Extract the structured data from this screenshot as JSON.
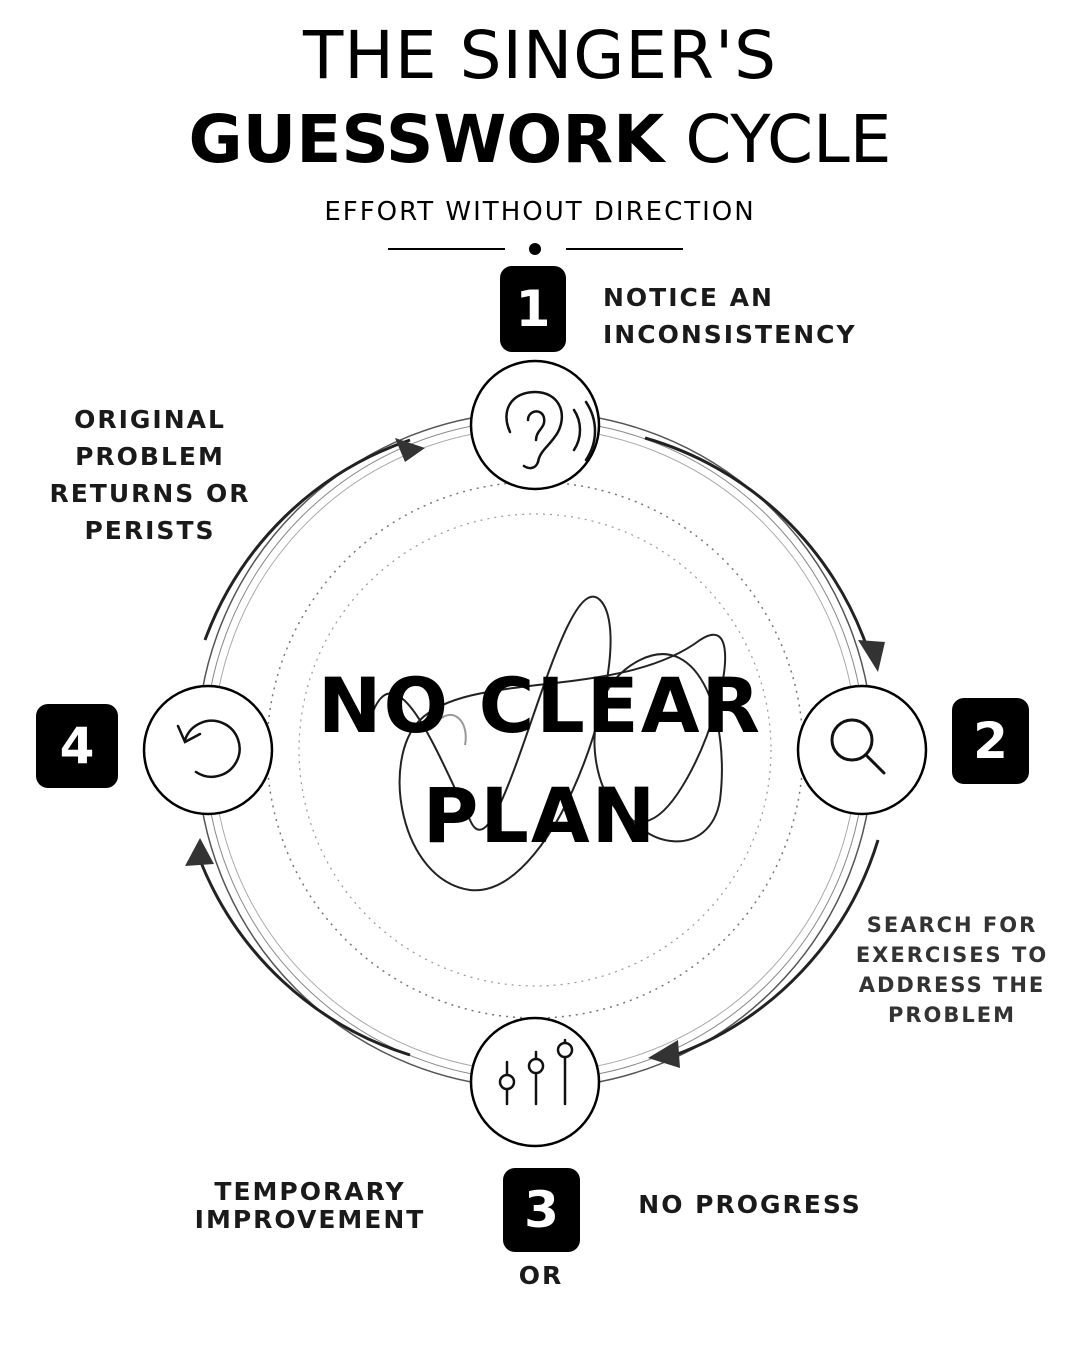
{
  "header": {
    "title_line1": "THE SINGER'S",
    "title_bold": "GUESSWORK",
    "title_light": "CYCLE",
    "subtitle": "EFFORT WITHOUT DIRECTION"
  },
  "center": {
    "line1": "NO CLEAR",
    "line2": "PLAN"
  },
  "steps": [
    {
      "number": "1",
      "label_line1": "NOTICE AN",
      "label_line2": "INCONSISTENCY",
      "icon": "ear-icon"
    },
    {
      "number": "2",
      "label_line1": "SEARCH FOR",
      "label_line2": "EXERCISES TO",
      "label_line3": "ADDRESS THE",
      "label_line4": "PROBLEM",
      "icon": "search-icon"
    },
    {
      "number": "3",
      "label_left_line1": "TEMPORARY",
      "label_left_line2": "IMPROVEMENT",
      "label_right": "NO PROGRESS",
      "label_or": "OR",
      "icon": "sliders-icon"
    },
    {
      "number": "4",
      "label_line1": "ORIGINAL",
      "label_line2": "PROBLEM",
      "label_line3": "RETURNS OR",
      "label_line4": "PERISTS",
      "icon": "restart-icon"
    }
  ]
}
